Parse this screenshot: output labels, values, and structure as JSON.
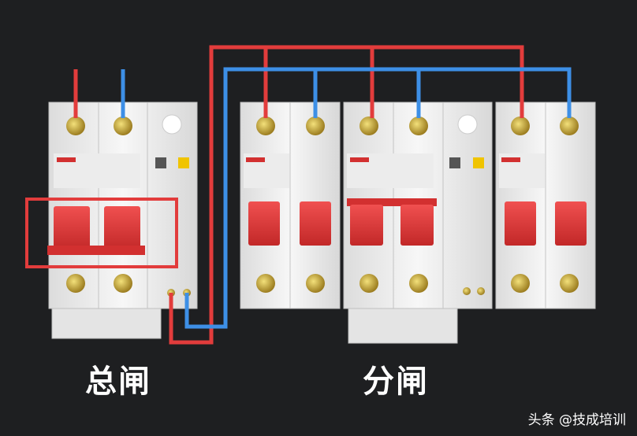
{
  "labels": {
    "main_breaker": "总闸",
    "branch_breaker": "分闸"
  },
  "watermark": "头条 @技成培训",
  "colors": {
    "background": "#1e1f21",
    "live_wire": "#e23c3c",
    "neutral_wire": "#3d8fe6",
    "breaker_body": "#f2f2f2",
    "breaker_handle": "#e23c3c",
    "highlight_box": "#e23c3c",
    "terminal_screw": "#c8a83a"
  },
  "breakers": [
    {
      "id": "main",
      "type": "2P-with-leakage-module",
      "role": "main_breaker"
    },
    {
      "id": "branch-1",
      "type": "2P",
      "role": "branch_breaker"
    },
    {
      "id": "branch-2",
      "type": "2P-with-leakage-module",
      "role": "branch_breaker"
    },
    {
      "id": "branch-3",
      "type": "2P",
      "role": "branch_breaker"
    }
  ]
}
